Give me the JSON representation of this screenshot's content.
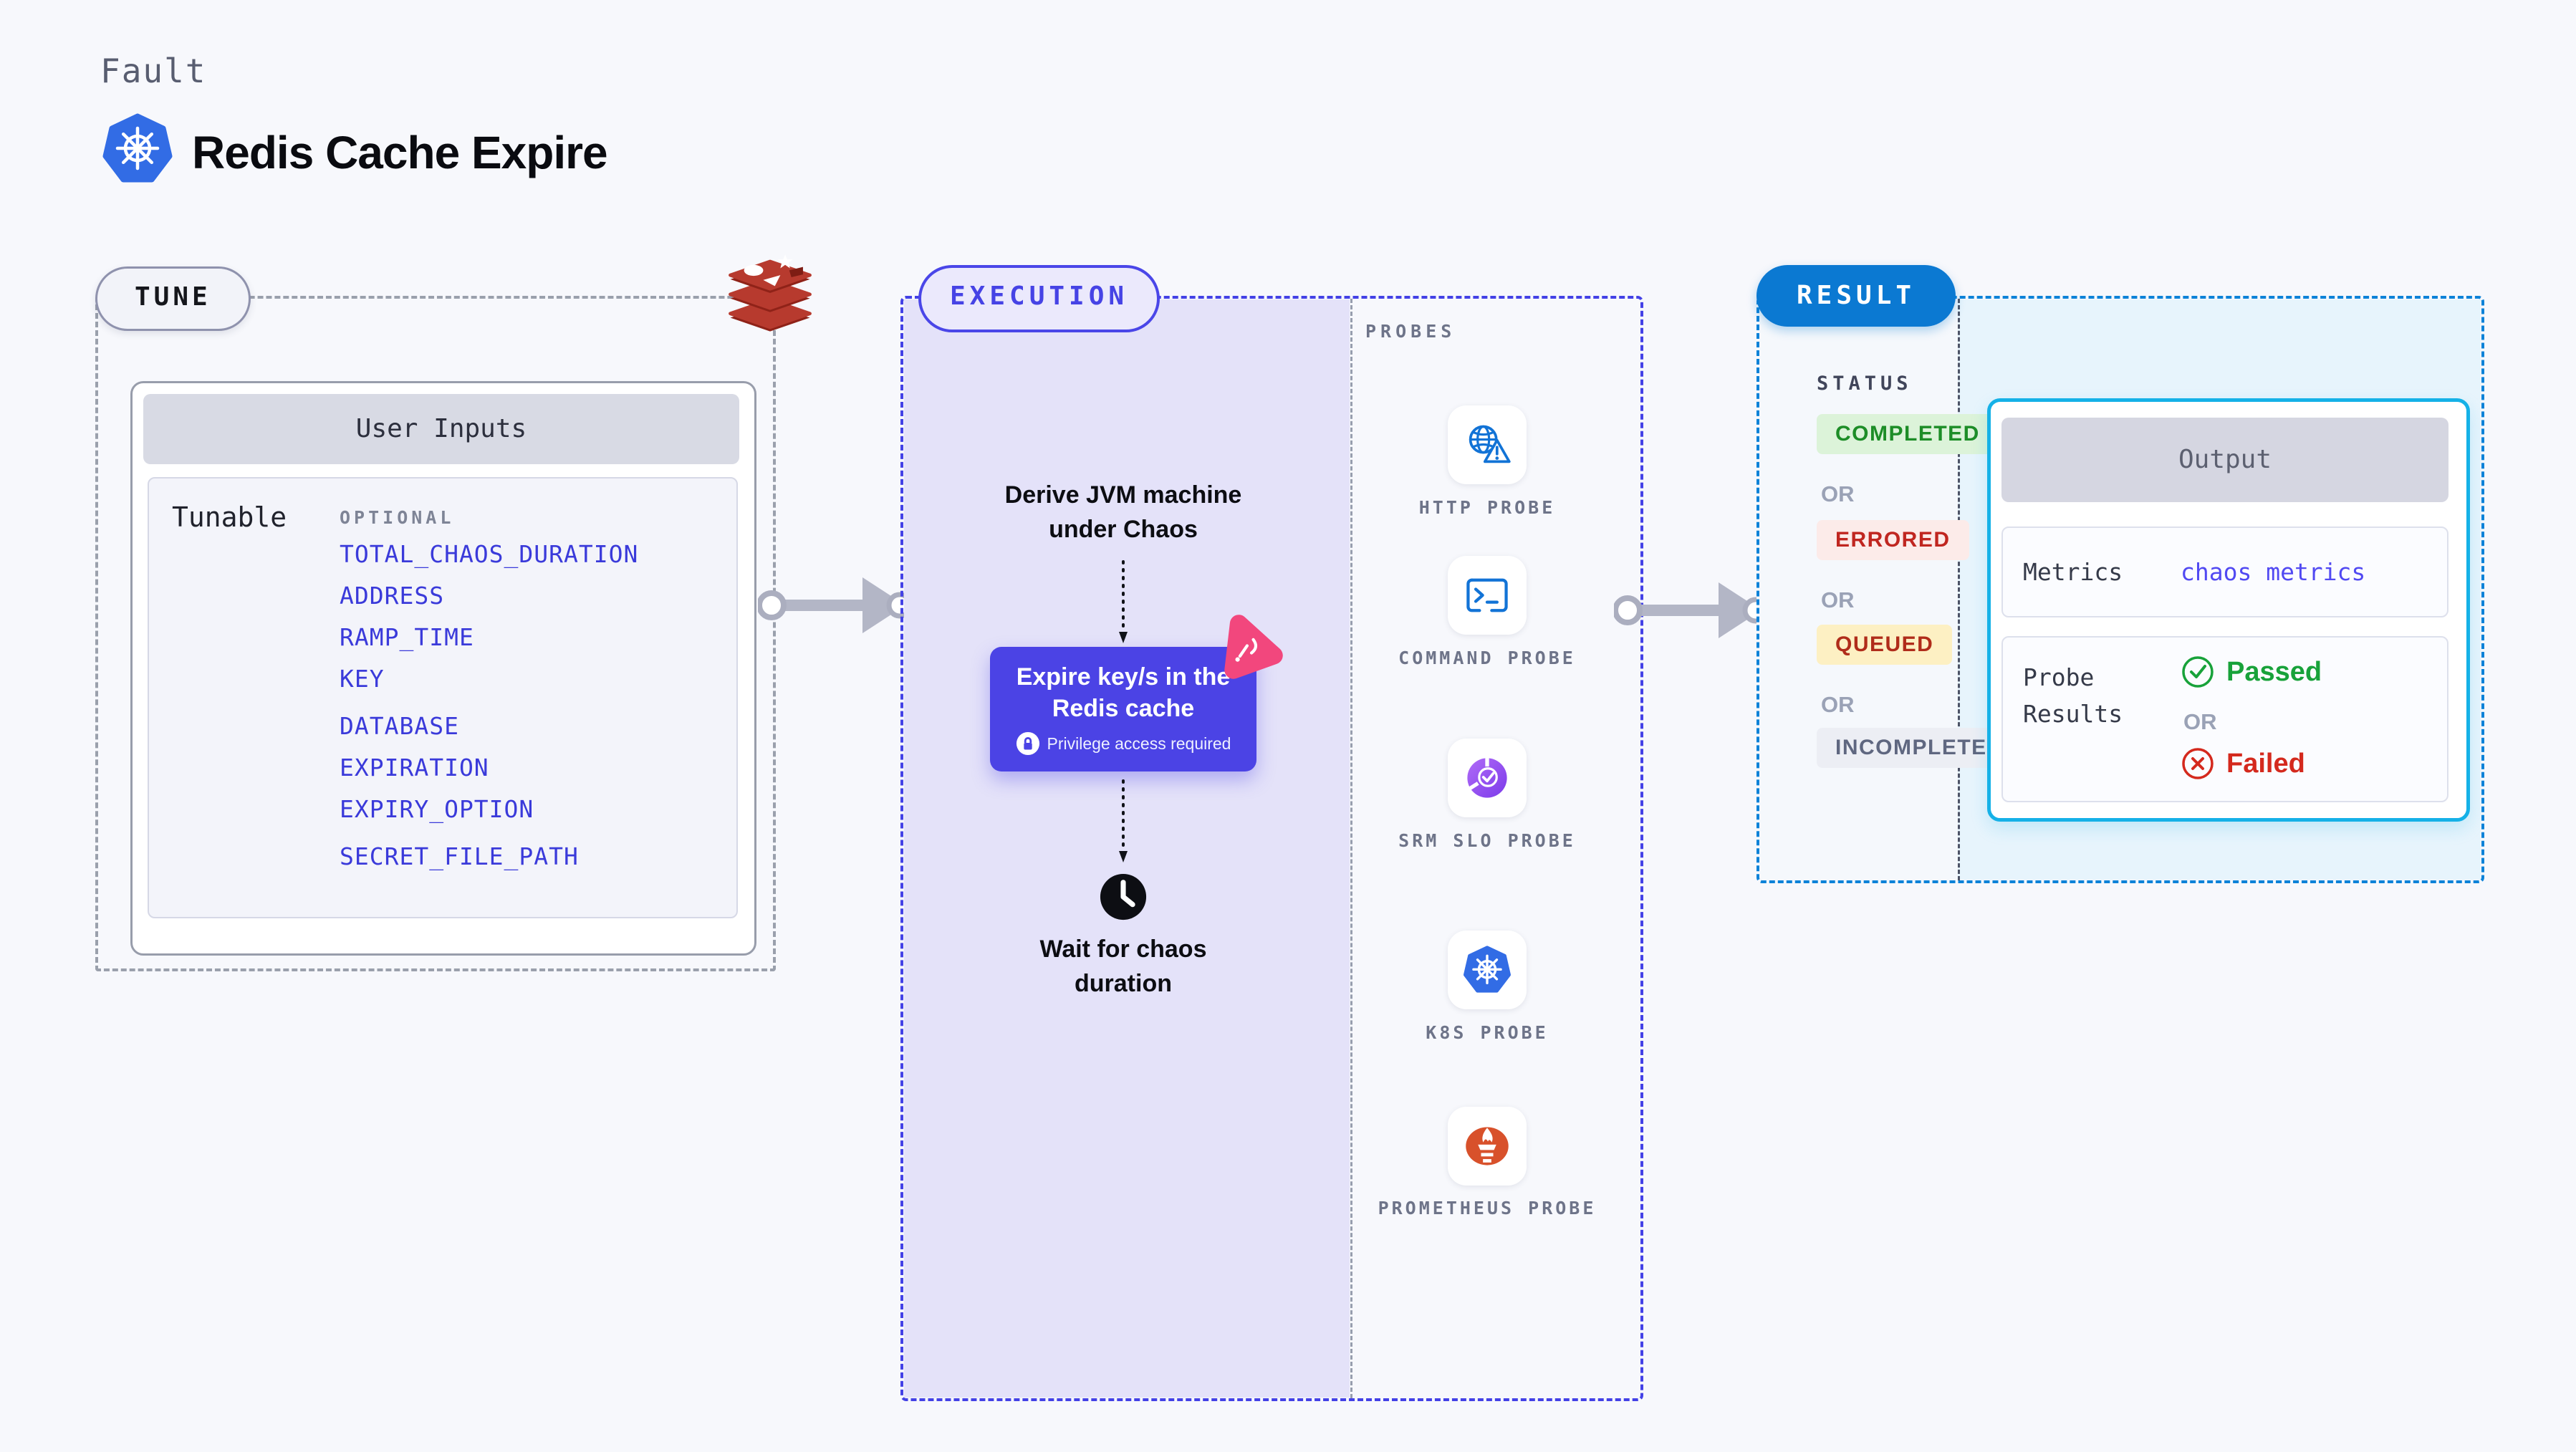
{
  "page": {
    "kicker": "Fault",
    "title": "Redis Cache Expire"
  },
  "tune": {
    "badge": "TUNE",
    "panel_title": "User Inputs",
    "row_label": "Tunable",
    "column_label": "OPTIONAL",
    "inputs": [
      "TOTAL_CHAOS_DURATION",
      "ADDRESS",
      "RAMP_TIME",
      "KEY",
      "DATABASE",
      "EXPIRATION",
      "EXPIRY_OPTION",
      "SECRET_FILE_PATH"
    ]
  },
  "execution": {
    "badge": "EXECUTION",
    "step_derive": "Derive JVM machine under Chaos",
    "fault_card_title": "Expire key/s in the Redis cache",
    "fault_card_note": "Privilege access required",
    "step_wait": "Wait for chaos duration"
  },
  "probes": {
    "label": "PROBES",
    "items": [
      {
        "name": "HTTP PROBE",
        "icon": "globe-alert-icon"
      },
      {
        "name": "COMMAND PROBE",
        "icon": "terminal-icon"
      },
      {
        "name": "SRM SLO PROBE",
        "icon": "srm-slo-icon"
      },
      {
        "name": "K8S PROBE",
        "icon": "kubernetes-icon"
      },
      {
        "name": "PROMETHEUS PROBE",
        "icon": "prometheus-icon"
      }
    ]
  },
  "result": {
    "badge": "RESULT",
    "status_label": "STATUS",
    "or_label": "OR",
    "statuses": [
      {
        "label": "COMPLETED",
        "fg": "#1d8d27",
        "bg": "#dcf3d9"
      },
      {
        "label": "ERRORED",
        "fg": "#c02620",
        "bg": "#fcebe9"
      },
      {
        "label": "QUEUED",
        "fg": "#b02c1a",
        "bg": "#fdf0c3"
      },
      {
        "label": "INCOMPLETED",
        "fg": "#5f6780",
        "bg": "#eceef4"
      }
    ],
    "output": {
      "title": "Output",
      "metrics_label": "Metrics",
      "metrics_value": "chaos metrics",
      "probe_results_label": "Probe Results",
      "passed_label": "Passed",
      "or_label": "OR",
      "failed_label": "Failed"
    }
  },
  "colors": {
    "page_bg": "#f7f8fc",
    "accent_indigo": "#4643e5",
    "execution_fill": "#e4e2f9",
    "fault_card_bg": "#4b43e5",
    "chaos_logo_pink": "#f2477d",
    "result_blue": "#0b79d2",
    "output_border_cyan": "#15b1e7",
    "result_fill_cyan": "#e7f4fc",
    "input_link_indigo": "#3a3ada",
    "passed_green": "#18a23a",
    "failed_red": "#d4291d",
    "redis_red": "#b73a2e",
    "kubernetes_blue": "#326ce5",
    "probe_icon_blue": "#1273d6",
    "prometheus_orange": "#d8512b",
    "srm_purple": "#8a4bf0",
    "arrow_gray": "#b3b6c6",
    "dash_gray": "#9aa0ac"
  }
}
